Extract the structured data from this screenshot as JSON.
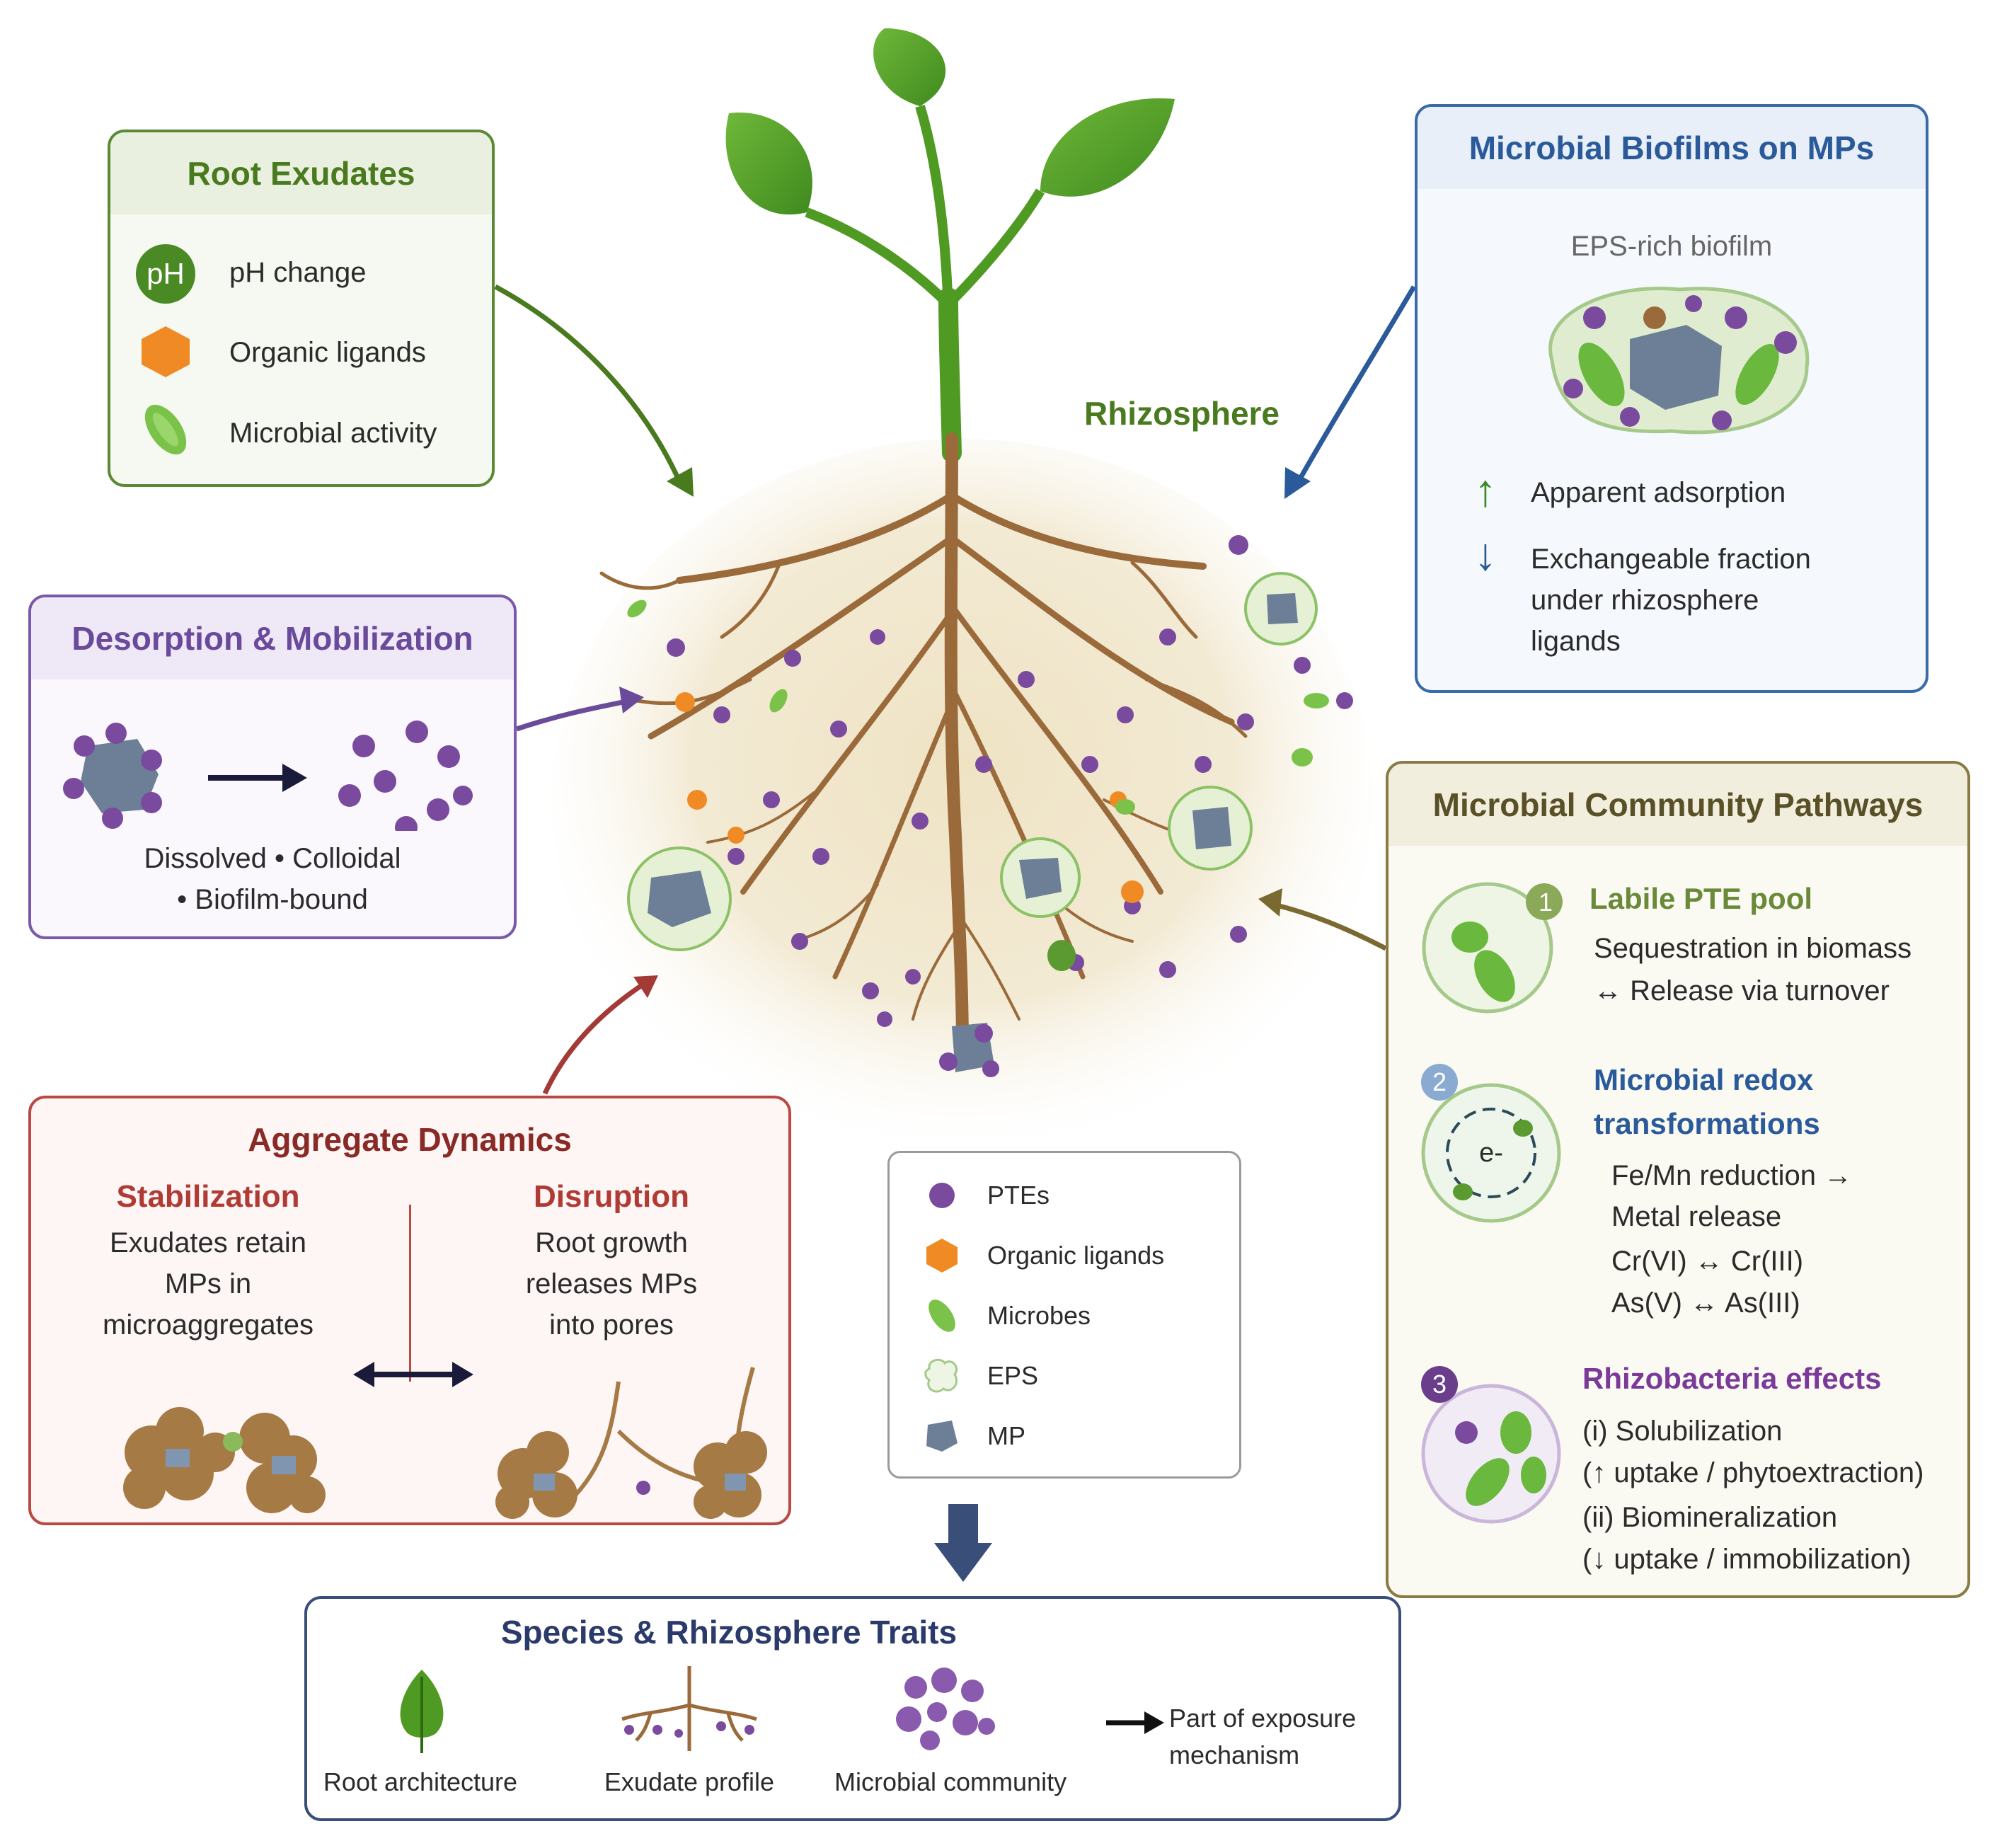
{
  "center": {
    "label": "Rhizosphere"
  },
  "root_exudates": {
    "title": "Root Exudates",
    "ph_badge": "pH",
    "items": [
      "pH change",
      "Organic ligands",
      "Microbial activity"
    ]
  },
  "biofilms": {
    "title": "Microbial Biofilms on MPs",
    "subtitle": "EPS-rich biofilm",
    "up_label": "Apparent adsorption",
    "down_lines": [
      "Exchangeable fraction",
      "under rhizosphere",
      "ligands"
    ]
  },
  "desorption": {
    "title": "Desorption & Mobilization",
    "caption_lines": [
      "Dissolved • Colloidal",
      "• Biofilm-bound"
    ]
  },
  "pathways": {
    "title": "Microbial Community Pathways",
    "steps": [
      {
        "num": "1",
        "title": "Labile PTE pool",
        "lines": [
          "Sequestration in biomass",
          "↔ Release via turnover"
        ]
      },
      {
        "num": "2",
        "title_lines": [
          "Microbial redox",
          "transformations"
        ],
        "icon_text": "e-",
        "lines": [
          "Fe/Mn reduction →",
          "Metal release",
          "Cr(VI) ↔ Cr(III)",
          "As(V) ↔ As(III)"
        ]
      },
      {
        "num": "3",
        "title": "Rhizobacteria effects",
        "lines": [
          "(i) Solubilization",
          "(↑ uptake / phytoextraction)",
          "(ii) Biomineralization",
          "(↓ uptake / immobilization)"
        ]
      }
    ]
  },
  "aggregate": {
    "title": "Aggregate Dynamics",
    "stab_title": "Stabilization",
    "stab_lines": [
      "Exudates retain",
      "MPs in",
      "microaggregates"
    ],
    "disr_title": "Disruption",
    "disr_lines": [
      "Root growth",
      "releases MPs",
      "into pores"
    ]
  },
  "legend": {
    "items": [
      "PTEs",
      "Organic ligands",
      "Microbes",
      "EPS",
      "MP"
    ]
  },
  "traits": {
    "title": "Species & Rhizosphere Traits",
    "items": [
      "Root architecture",
      "Exudate profile",
      "Microbial community"
    ],
    "note_lines": [
      "Part of exposure",
      "mechanism"
    ]
  },
  "colors": {
    "green": "#4a7a1e",
    "blue": "#2a5a9a",
    "purple": "#6a4a9a",
    "red": "#a33a36",
    "olive": "#8a7a44",
    "navy": "#334a7a",
    "pte": "#7a4a9e",
    "ligand": "#f08a24",
    "mp": "#6c7f96",
    "root": "#9a6a3a"
  }
}
